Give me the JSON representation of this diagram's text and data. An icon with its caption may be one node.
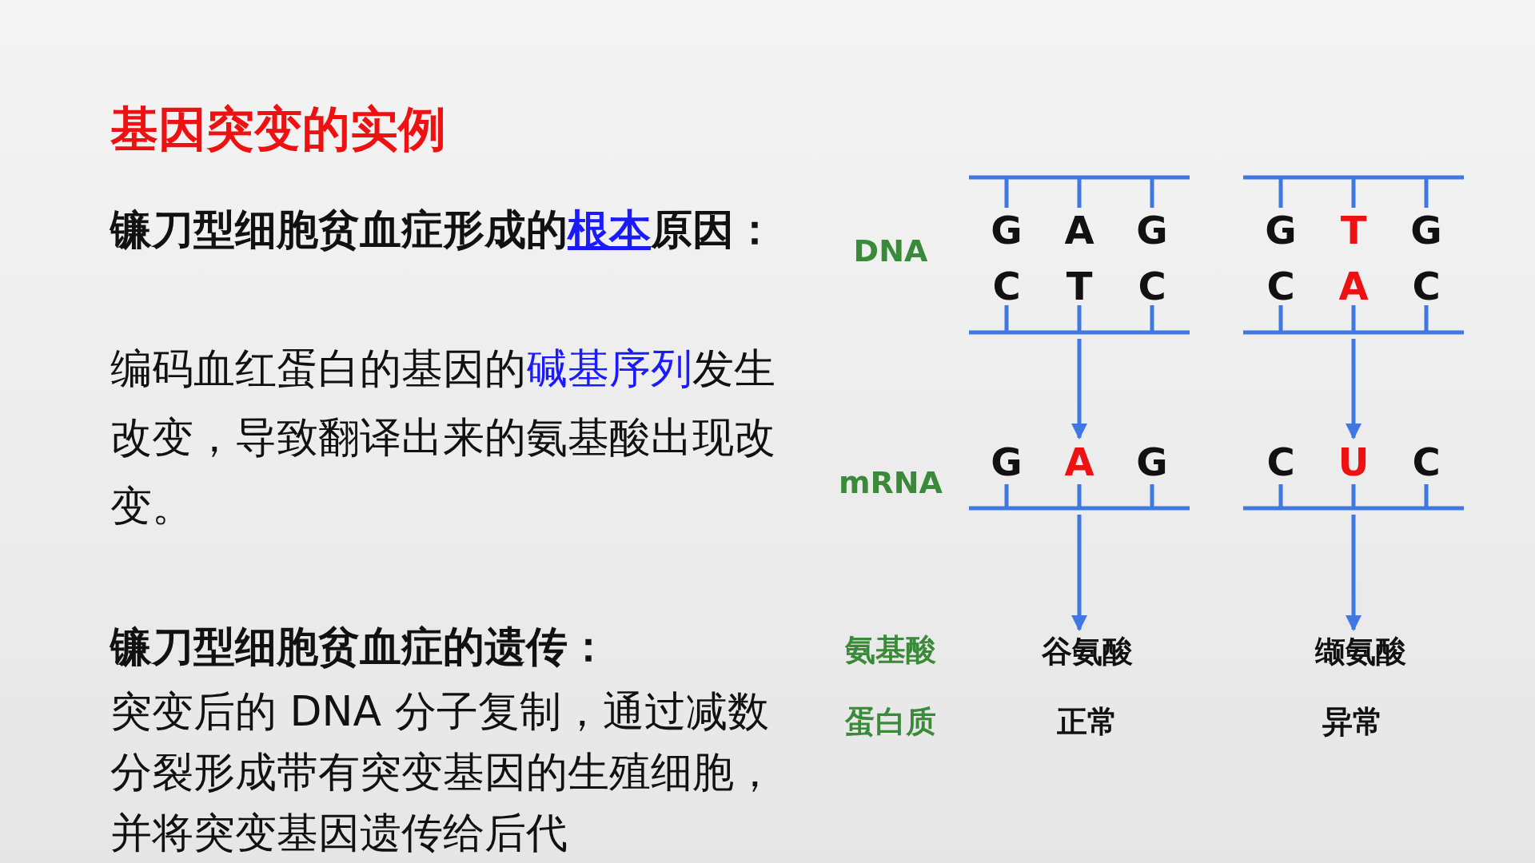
{
  "diagram": {
    "title": "基因突变的实例",
    "nodes": [
      {
        "text": [
          "G",
          "A",
          "G",
          "C",
          "T",
          "C"
        ]
      },
      {
        "text": [
          "G",
          "T",
          "G",
          "C",
          "A",
          "C"
        ]
      },
      {
        "text": [
          "G",
          "A",
          "G"
        ]
      },
      {
        "text": [
          "C",
          "U",
          "C"
        ]
      },
      {
        "text": [
          "谷氨酸"
        ]
      },
      {
        "text": [
          "缬氨酸"
        ]
      }
    ],
    "edges": [
      {
        "from": 0,
        "to": 2,
        "arrow": "to"
      },
      {
        "from": 1,
        "to": 3,
        "arrow": "to"
      },
      {
        "from": 2,
        "to": 4,
        "arrow": "to"
      },
      {
        "from": 3,
        "to": 5,
        "arrow": "to"
      }
    ],
    "labels": [
      "镰刀型细胞贫血症形成的根本原因：",
      "编码血红蛋白的基因的碱基序列发生改变，导致翻译出来的氨基酸出现改变。",
      "镰刀型细胞贫血症的遗传：",
      "突变后的 DNA 分子复制，通过减数分裂形成带有突变基因的生殖细胞，并将突变基因遗传给后代",
      "DNA",
      "mRNA",
      "氨基酸",
      "蛋白质",
      "正常",
      "异常"
    ]
  }
}
